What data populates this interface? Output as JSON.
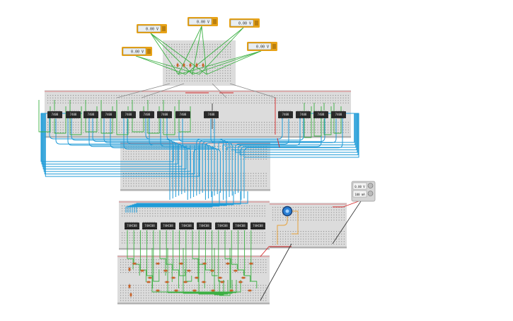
{
  "meters": [
    {
      "id": "m1",
      "reading": "0.00 V"
    },
    {
      "id": "m2",
      "reading": "0.00 V"
    },
    {
      "id": "m3",
      "reading": "0.00 V"
    },
    {
      "id": "m4",
      "reading": "0.00 V"
    },
    {
      "id": "m5",
      "reading": "0.00 V"
    }
  ],
  "power_supply": {
    "voltage": "0.00 V",
    "current": "100 mA"
  },
  "upper_chips": [
    {
      "label": "7408"
    },
    {
      "label": "7408"
    },
    {
      "label": "7408"
    },
    {
      "label": "7408"
    },
    {
      "label": "7408"
    },
    {
      "label": "7408"
    },
    {
      "label": "7408"
    },
    {
      "label": "7408"
    },
    {
      "label": "7408"
    },
    {
      "label": "7408"
    },
    {
      "label": "7408"
    },
    {
      "label": "7408"
    },
    {
      "label": "7408"
    }
  ],
  "lower_chips": [
    {
      "label": "74HC08"
    },
    {
      "label": "74HC08"
    },
    {
      "label": "74HC08"
    },
    {
      "label": "74HC08"
    },
    {
      "label": "74HC08"
    },
    {
      "label": "74HC08"
    },
    {
      "label": "74HC08"
    },
    {
      "label": "74HC08"
    }
  ],
  "colors": {
    "board": "#dcdcdc",
    "meter_frame": "#e8a317",
    "wire_blue": "#1f9bd7",
    "wire_green": "#3cb043",
    "wire_red": "#d62728",
    "wire_black": "#333333",
    "chip": "#2b2b2b",
    "resistor": "#c8642a"
  },
  "icons": [
    "potentiometer-icon",
    "multimeter-icon",
    "power-supply-icon"
  ]
}
